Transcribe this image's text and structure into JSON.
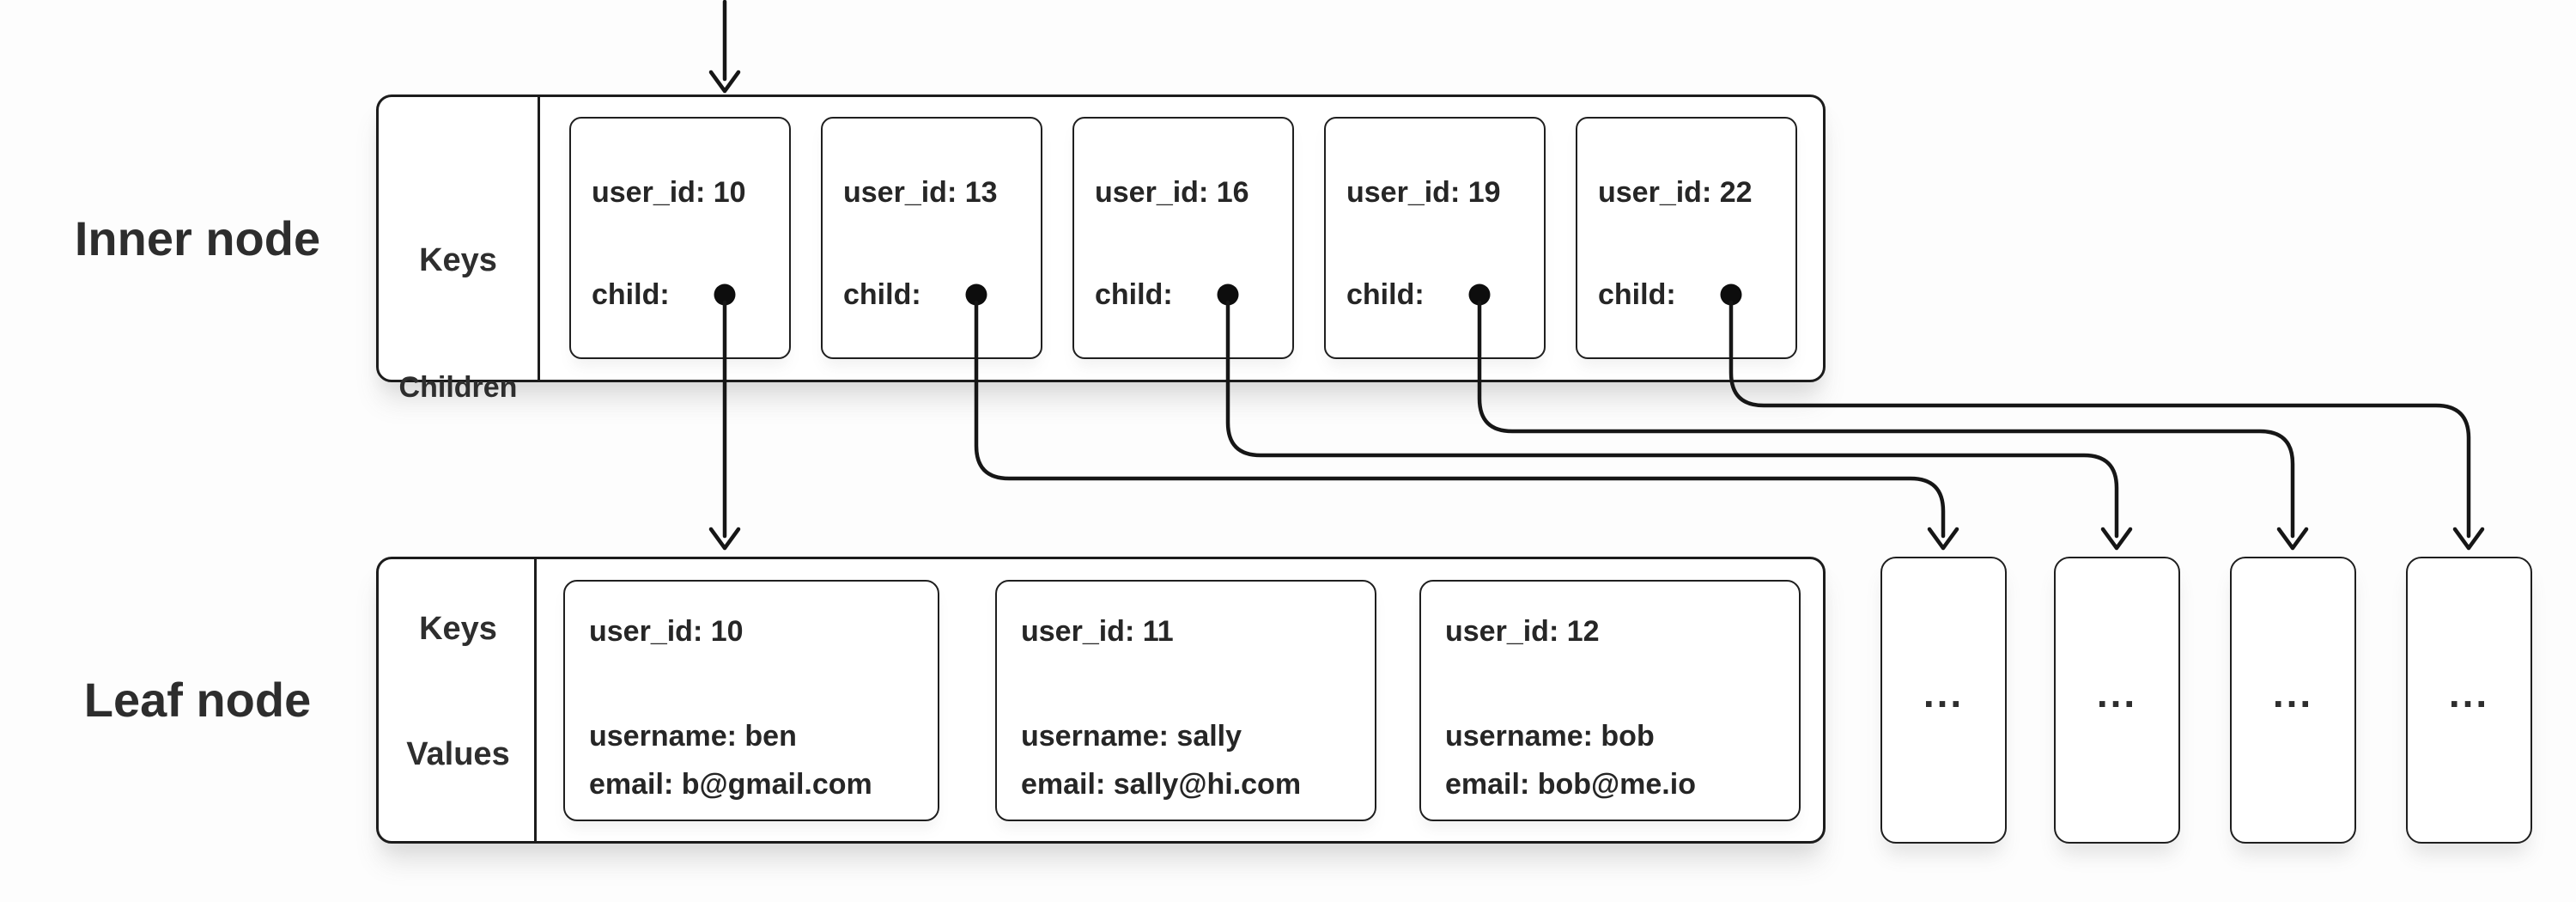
{
  "colors": {
    "background": "#fdfdfd",
    "box_fill": "#ffffff",
    "line_ink": "#161616",
    "border_ink": "#1c1c1c",
    "text_ink": "#262626"
  },
  "inner_node": {
    "label": "Inner node",
    "row_labels": [
      "Keys",
      "Children"
    ],
    "cells": [
      {
        "key": "user_id: 10",
        "child_label": "child:"
      },
      {
        "key": "user_id: 13",
        "child_label": "child:"
      },
      {
        "key": "user_id: 16",
        "child_label": "child:"
      },
      {
        "key": "user_id: 19",
        "child_label": "child:"
      },
      {
        "key": "user_id: 22",
        "child_label": "child:"
      }
    ]
  },
  "leaf_node": {
    "label": "Leaf node",
    "row_labels": [
      "Keys",
      "Values"
    ],
    "cells": [
      {
        "key": "user_id: 10",
        "username": "username: ben",
        "email": "email: b@gmail.com"
      },
      {
        "key": "user_id: 11",
        "username": "username: sally",
        "email": "email: sally@hi.com"
      },
      {
        "key": "user_id: 12",
        "username": "username: bob",
        "email": "email: bob@me.io"
      }
    ],
    "more_leaves": [
      "...",
      "...",
      "...",
      "..."
    ]
  }
}
